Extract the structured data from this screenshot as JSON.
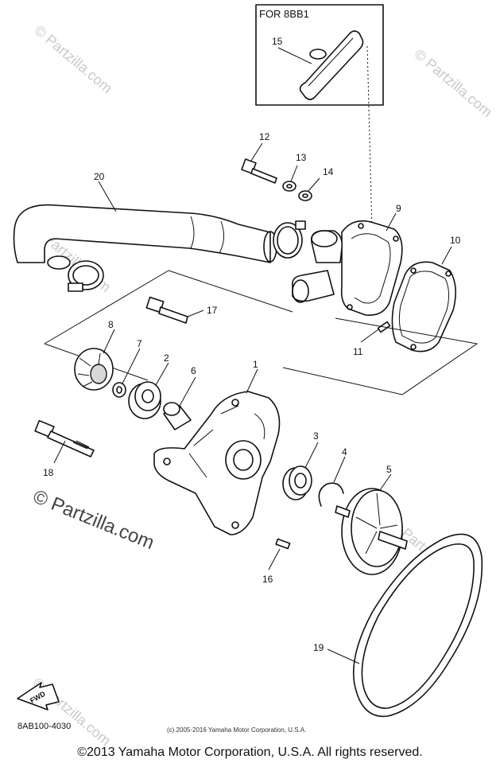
{
  "inset_title": "FOR 8BB1",
  "callouts": {
    "p1": "1",
    "p2": "2",
    "p3": "3",
    "p4": "4",
    "p5": "5",
    "p6": "6",
    "p7": "7",
    "p8": "8",
    "p9": "9",
    "p10": "10",
    "p11": "11",
    "p12": "12",
    "p13": "13",
    "p14": "14",
    "p15": "15",
    "p16": "16",
    "p17": "17",
    "p18": "18",
    "p19": "19",
    "p20": "20"
  },
  "fwd_label": "FWD",
  "diagram_code": "8AB100-4030",
  "small_copyright": "(c) 2005-2016 Yamaha Motor Corporation, U.S.A.",
  "copyright": "©2013 Yamaha Motor Corporation, U.S.A. All rights reserved.",
  "watermark": "© Partzilla.com"
}
